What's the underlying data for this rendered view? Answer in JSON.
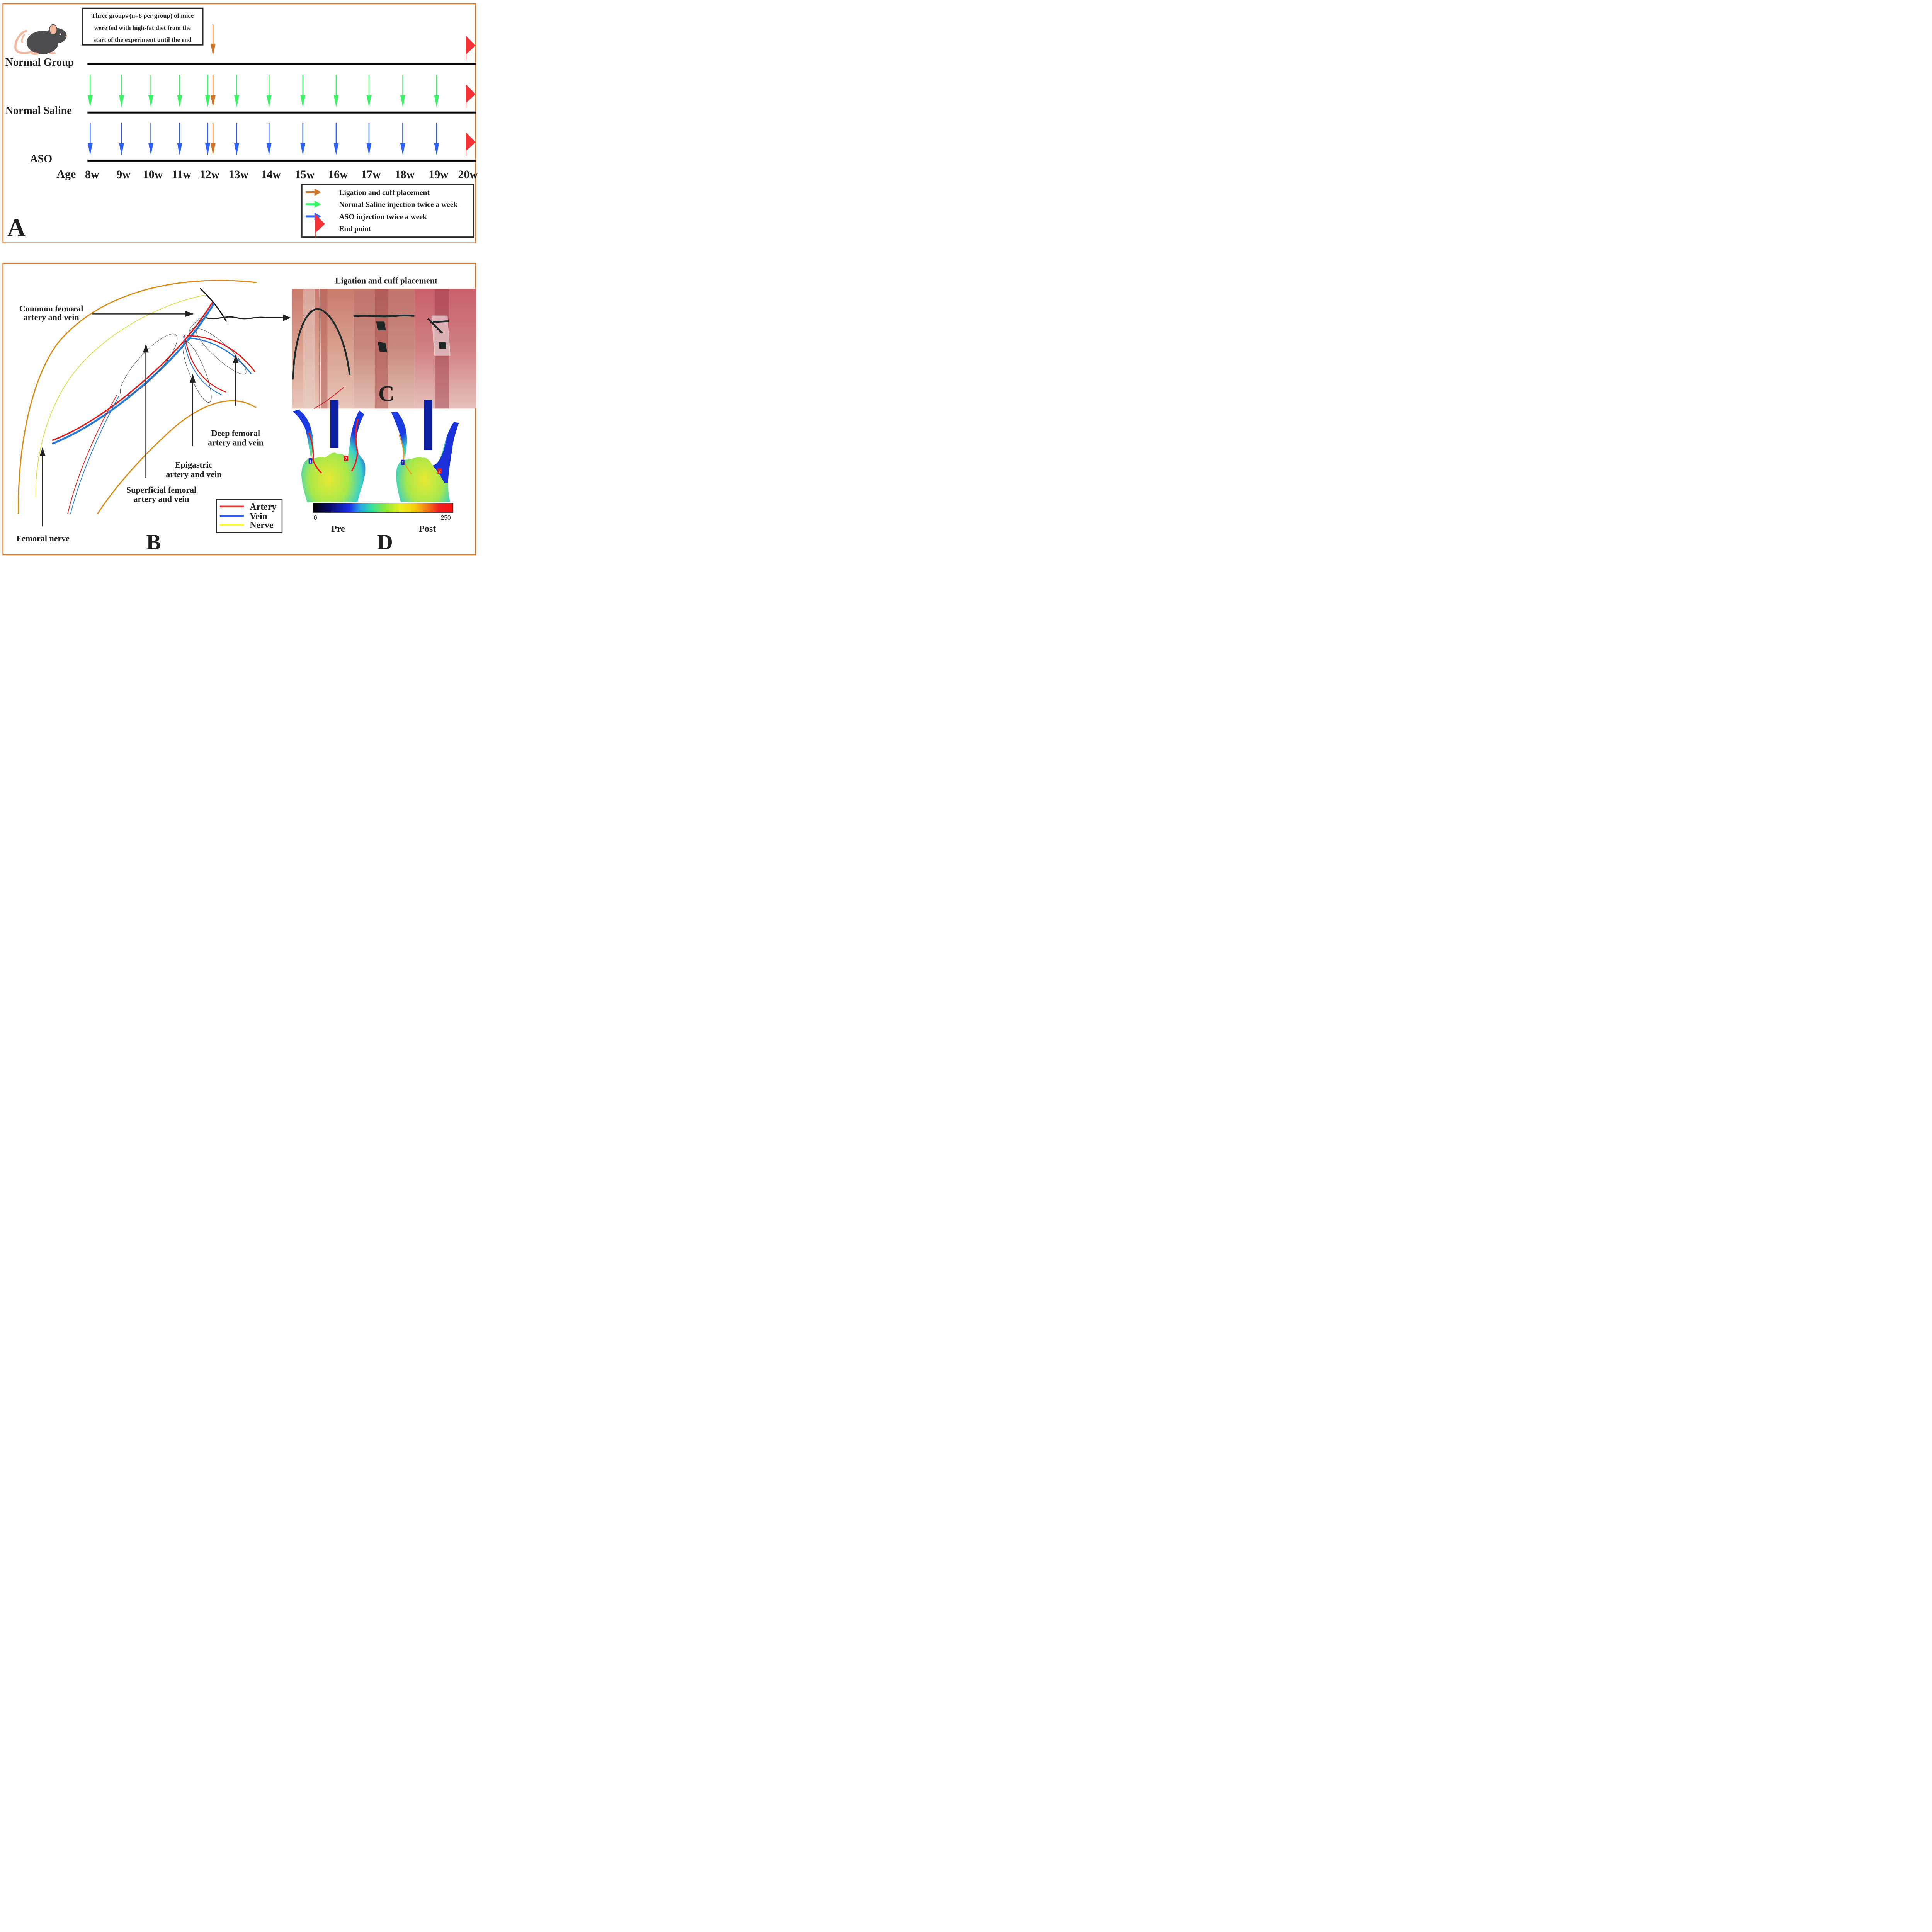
{
  "colors": {
    "panel_border": "#d4792e",
    "ligation": "#d0752a",
    "saline": "#3ef266",
    "aso": "#2e62f5",
    "endpoint": "#f53236",
    "artery": "#e01b1b",
    "vein": "#2a7ad8",
    "nerve": "#d8d82a",
    "skin_outline": "#d88a16",
    "text": "#222222"
  },
  "panel_a": {
    "label": "A",
    "note_lines": [
      "Three groups (n=8 per group) of mice",
      "were fed with high-fat diet  from the",
      "start of the experiment until the end"
    ],
    "groups": [
      {
        "name": "Normal Group",
        "injection": null
      },
      {
        "name": "Normal Saline",
        "injection": "saline"
      },
      {
        "name": "ASO",
        "injection": "aso"
      }
    ],
    "age_label": "Age",
    "weeks": [
      "8w",
      "9w",
      "10w",
      "11w",
      "12w",
      "13w",
      "14w",
      "15w",
      "16w",
      "17w",
      "18w",
      "19w",
      "20w"
    ],
    "injection_weeks": [
      "8w",
      "9w",
      "10w",
      "11w",
      "12w",
      "13w",
      "14w",
      "15w",
      "16w",
      "17w",
      "18w",
      "19w"
    ],
    "ligation_week": "12w",
    "endpoint_week": "20w",
    "legend": [
      {
        "type": "arrow",
        "color_key": "ligation",
        "label": "Ligation and cuff placement"
      },
      {
        "type": "arrow",
        "color_key": "saline",
        "label": "Normal Saline injection twice a week"
      },
      {
        "type": "arrow",
        "color_key": "aso",
        "label": "ASO injection twice a week"
      },
      {
        "type": "flag",
        "color_key": "endpoint",
        "label": "End point"
      }
    ]
  },
  "panel_b": {
    "label": "B",
    "annotations": {
      "common": [
        "Common femoral",
        "artery and vein"
      ],
      "superficial": [
        "Superficial femoral",
        "artery and vein"
      ],
      "epigastric": [
        "Epigastric",
        "artery and vein"
      ],
      "deep": [
        "Deep femoral",
        "artery and vein"
      ],
      "nerve": [
        "Femoral nerve"
      ]
    },
    "legend": [
      {
        "label": "Artery",
        "color_key": "artery_legend",
        "color": "#f53236"
      },
      {
        "label": "Vein",
        "color_key": "vein_legend",
        "color": "#2e62f5"
      },
      {
        "label": "Nerve",
        "color_key": "nerve_legend",
        "color": "#fbfb45"
      }
    ]
  },
  "panel_c": {
    "label": "C",
    "title": "Ligation and cuff placement",
    "photos": [
      "ligation-step-1",
      "ligation-step-2",
      "cuff-placement"
    ]
  },
  "panel_d": {
    "label": "D",
    "images": [
      {
        "caption": "Pre",
        "markers": [
          "1",
          "2"
        ]
      },
      {
        "caption": "Post",
        "markers": [
          "1",
          "2"
        ]
      }
    ],
    "colorbar": {
      "min": "0",
      "max": "250",
      "min_value": 0,
      "max_value": 250
    }
  }
}
